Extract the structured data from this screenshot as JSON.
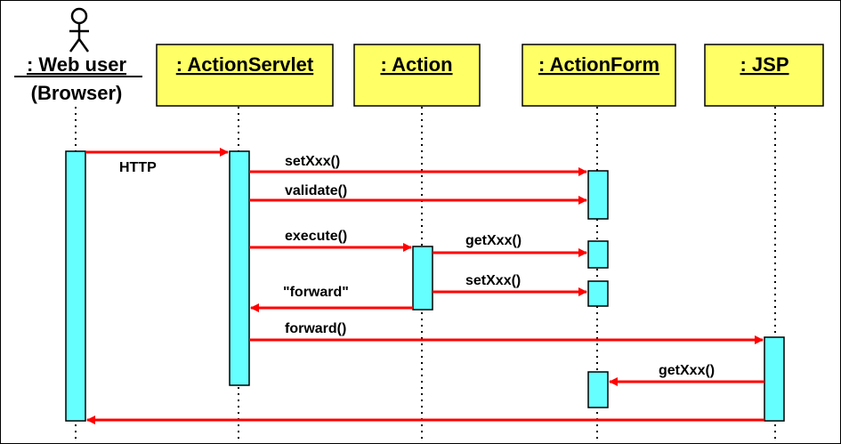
{
  "colors": {
    "header_fill": "#ffff66",
    "activation_fill": "#66ffff",
    "arrow": "#ff0000",
    "line": "#000000"
  },
  "actor": {
    "name": ": Web user",
    "subtitle": "(Browser)",
    "icon": "stick-figure-icon"
  },
  "participants": [
    {
      "name": ": ActionServlet"
    },
    {
      "name": ": Action"
    },
    {
      "name": ": ActionForm"
    },
    {
      "name": ": JSP"
    }
  ],
  "messages": [
    {
      "label": "HTTP"
    },
    {
      "label": "setXxx()"
    },
    {
      "label": "validate()"
    },
    {
      "label": "execute()"
    },
    {
      "label": "getXxx()"
    },
    {
      "label": "setXxx()"
    },
    {
      "label": "\"forward\""
    },
    {
      "label": "forward()"
    },
    {
      "label": "getXxx()"
    },
    {
      "label": ""
    }
  ]
}
